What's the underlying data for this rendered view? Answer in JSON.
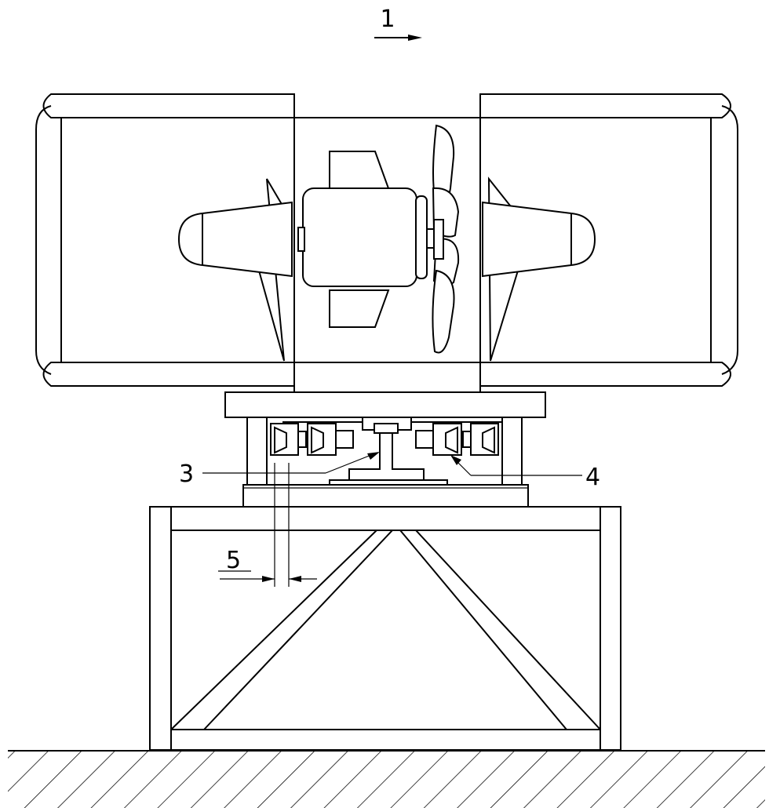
{
  "labels": {
    "flow_direction": "1",
    "callout_3": "3",
    "callout_4": "4",
    "callout_5": "5"
  },
  "colors": {
    "line": "#000000",
    "background": "#ffffff"
  }
}
